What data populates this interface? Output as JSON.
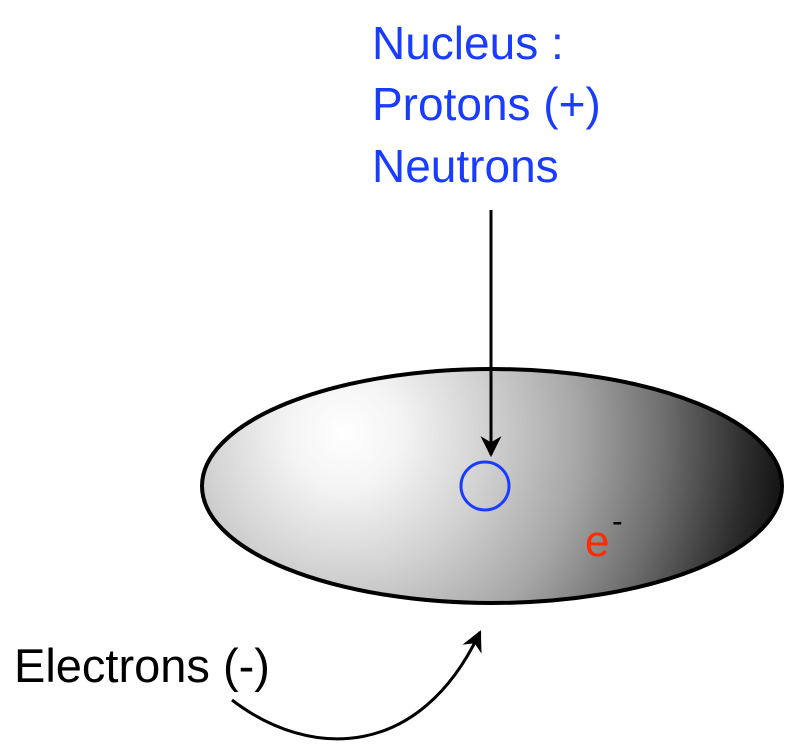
{
  "nucleus_label": {
    "line1": "Nucleus :",
    "line2": "Protons (+)",
    "line3": "Neutrons"
  },
  "electrons_label": "Electrons (-)",
  "electron_symbol": "e",
  "electron_charge": "-",
  "colors": {
    "nucleus_label": "#1a3cff",
    "nucleus_circle": "#1a3cff",
    "electron_symbol": "#ff2a00",
    "arrows": "#000000",
    "cloud_light": "#ffffff",
    "cloud_dark": "#000000"
  }
}
